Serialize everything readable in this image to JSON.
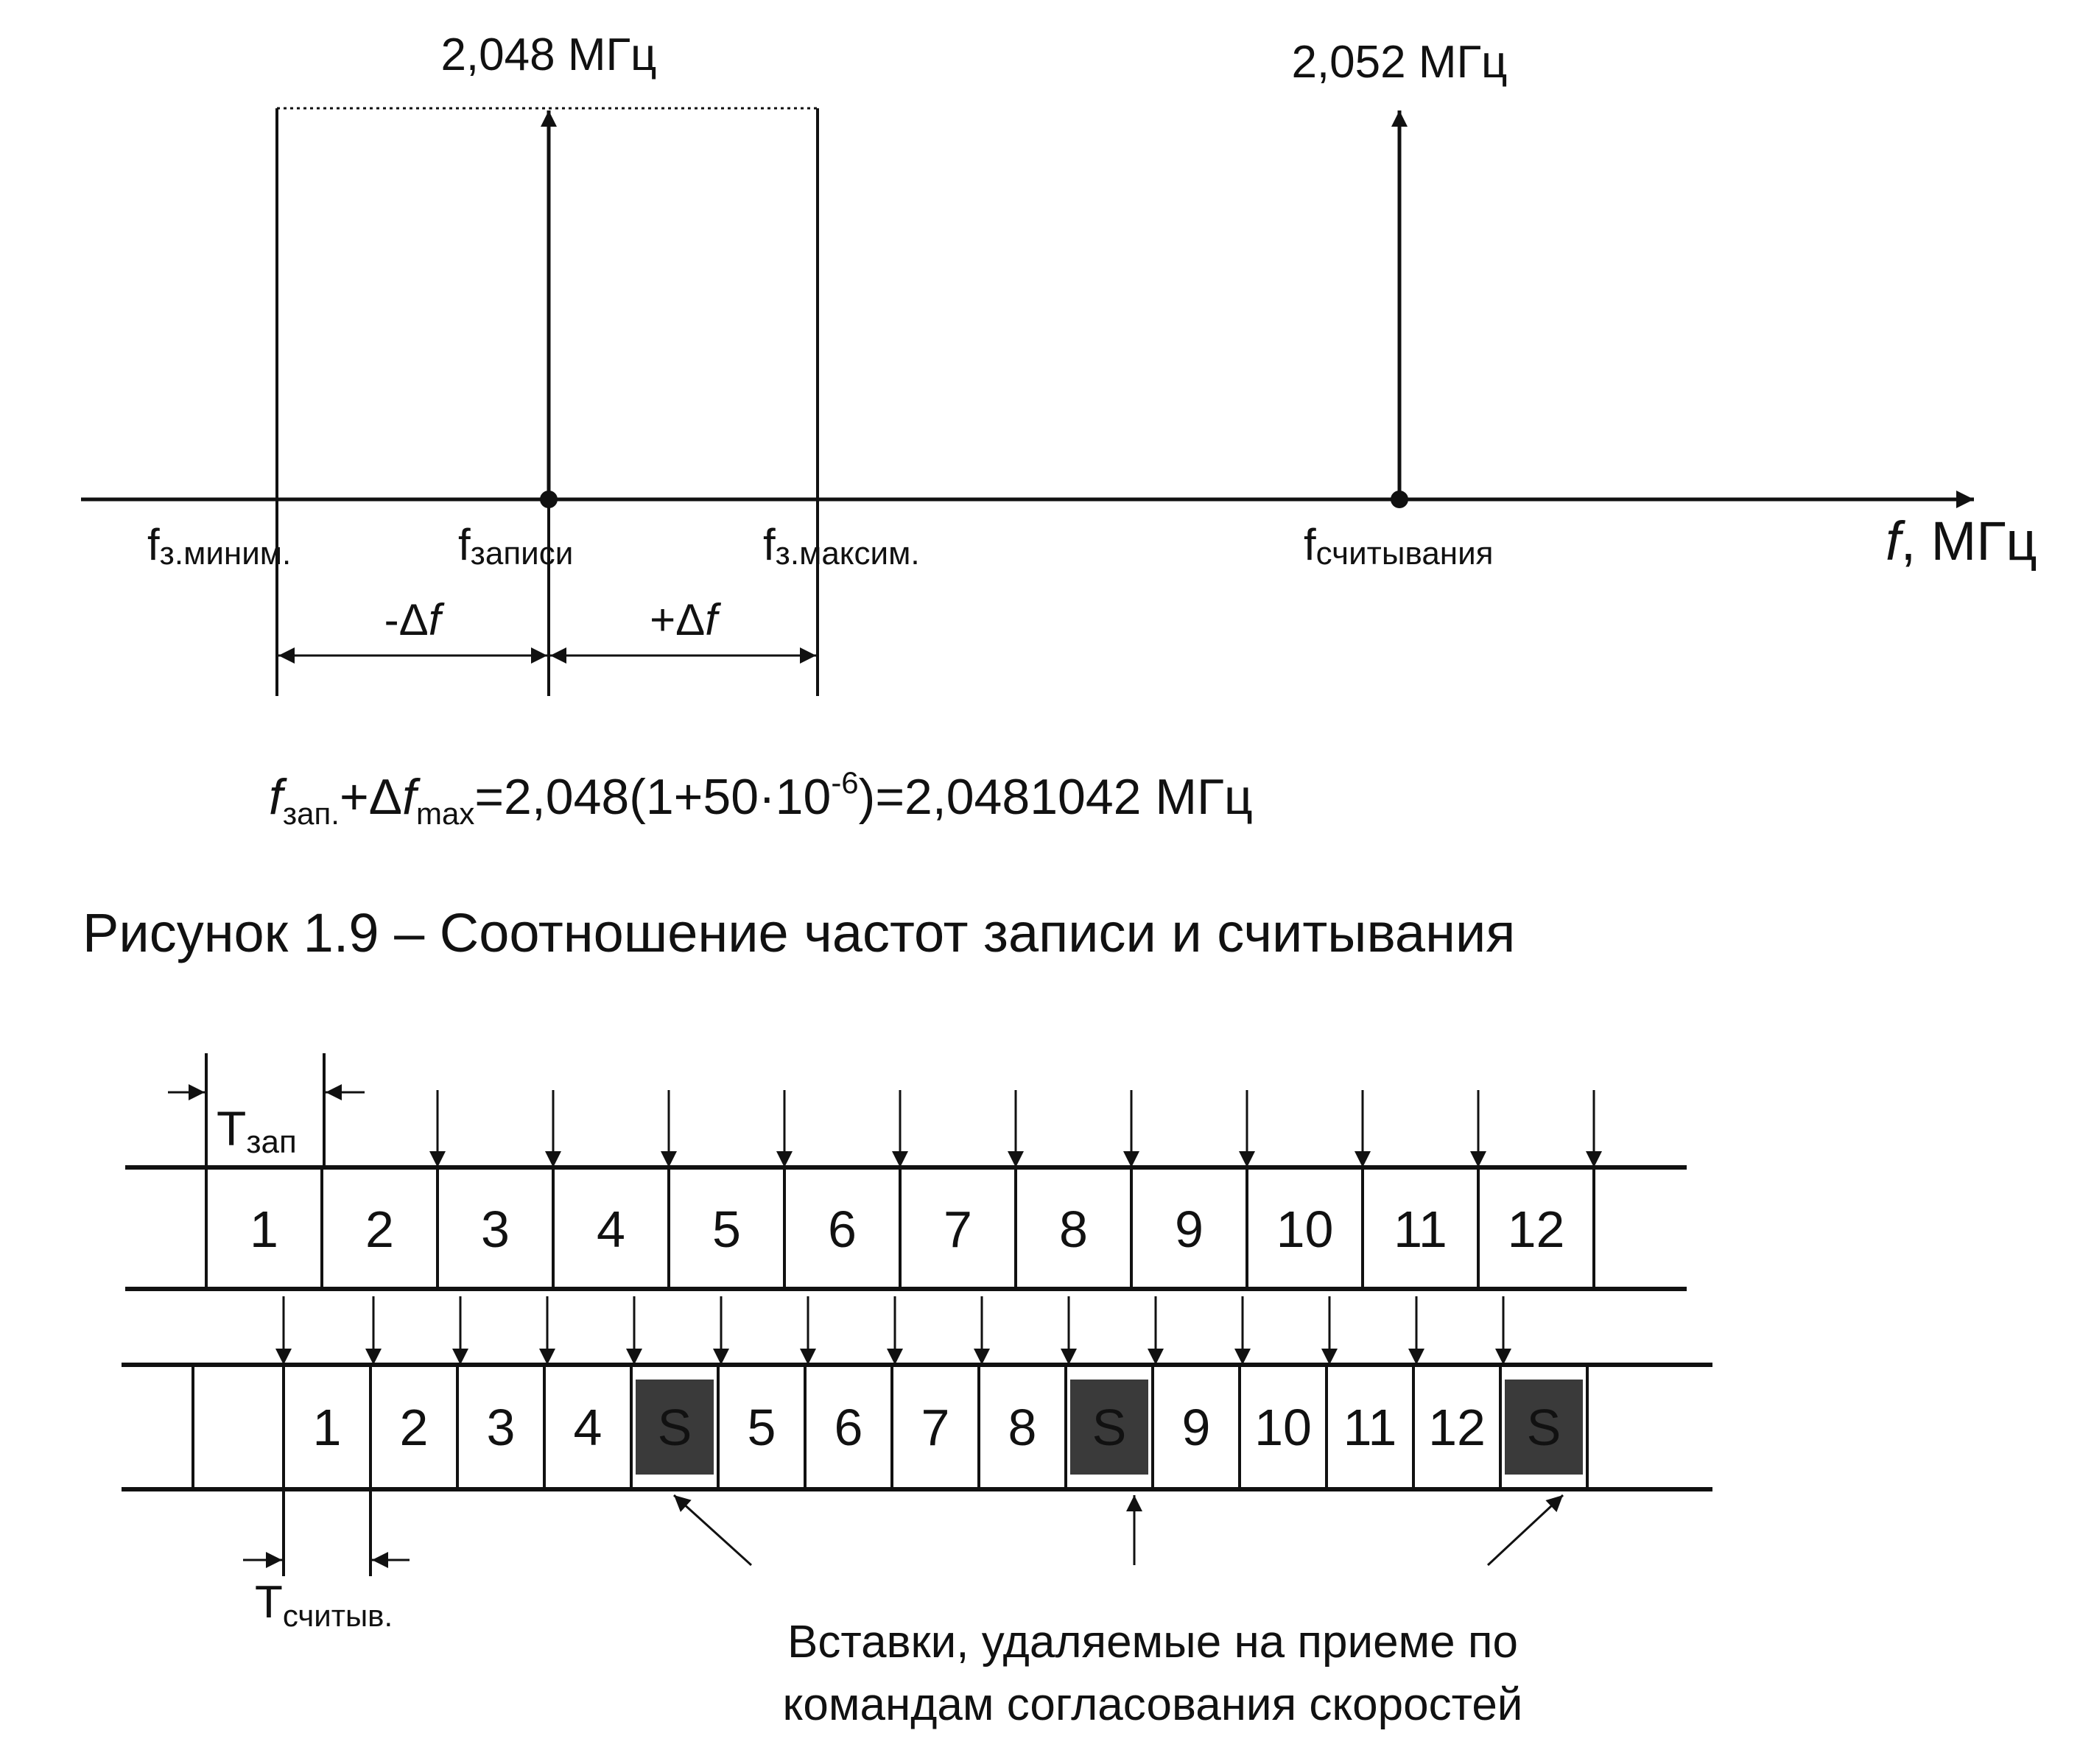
{
  "freq_diagram": {
    "write_freq_value": "2,048 МГц",
    "read_freq_value": "2,052 МГц",
    "f_min": {
      "base": "f",
      "sub": "з.миним."
    },
    "f_write": {
      "base": "f",
      "sub": "записи"
    },
    "f_max": {
      "base": "f",
      "sub": "з.максим."
    },
    "f_read": {
      "base": "f",
      "sub": "считывания"
    },
    "axis_label_var": "f",
    "axis_label_unit": ", МГц",
    "minus_delta": {
      "sign": "-Δ",
      "var": "f"
    },
    "plus_delta": {
      "sign": "+Δ",
      "var": "f"
    }
  },
  "formula": {
    "f": "f",
    "zap": "зап.",
    "plus_delta": "+Δ",
    "f2": "f",
    "max": "max",
    "eq": "=2,048(1+50·10",
    "exp": "-6",
    "result": ")=2,0481042 МГц"
  },
  "caption": "Рисунок 1.9 – Соотношение частот записи и считывания",
  "timing": {
    "t_write": {
      "base": "T",
      "sub": "зап"
    },
    "t_read": {
      "base": "T",
      "sub": "считыв."
    },
    "write_slots": [
      "1",
      "2",
      "3",
      "4",
      "5",
      "6",
      "7",
      "8",
      "9",
      "10",
      "11",
      "12"
    ],
    "read_slots": [
      "1",
      "2",
      "3",
      "4",
      "S",
      "5",
      "6",
      "7",
      "8",
      "S",
      "9",
      "10",
      "11",
      "12",
      "S"
    ],
    "annotation_line1": "Вставки, удаляемые на приеме по",
    "annotation_line2": "командам согласования скоростей"
  }
}
